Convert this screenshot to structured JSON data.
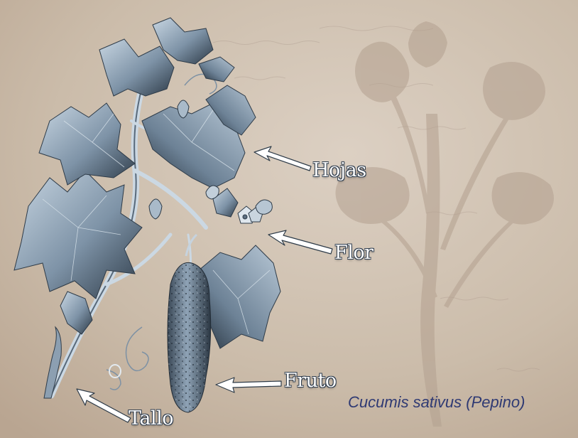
{
  "labels": {
    "hojas": "Hojas",
    "flor": "Flor",
    "fruto": "Fruto",
    "tallo": "Tallo"
  },
  "caption": "Cucumis sativus (Pepino)",
  "colors": {
    "background": "#c9b9a8",
    "illustration": "#6f8499",
    "caption_text": "#2f3a73",
    "arrow_fill": "#ffffff",
    "arrow_outline": "#2f3d4e"
  }
}
